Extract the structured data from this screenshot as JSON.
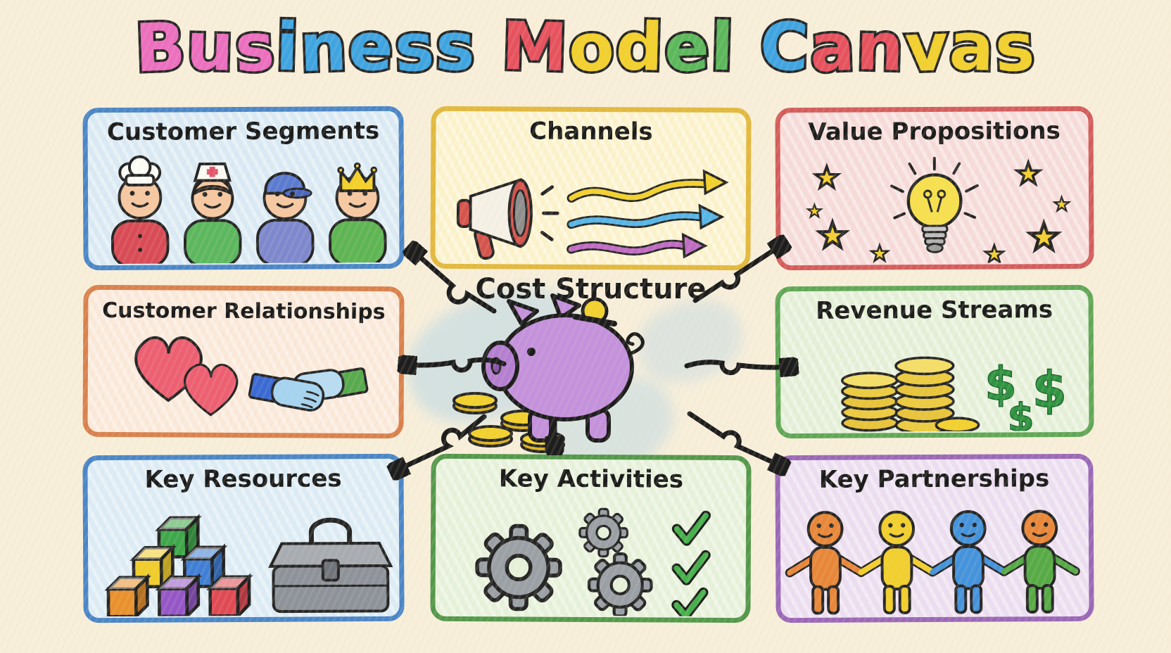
{
  "page": {
    "background": "#f8efdb",
    "ink": "#1d1d1d"
  },
  "title": {
    "text": "Business Model Canvas",
    "letters": [
      {
        "ch": "B",
        "color": "#ec6fc0"
      },
      {
        "ch": "u",
        "color": "#ec6fc0"
      },
      {
        "ch": "s",
        "color": "#ec6fc0"
      },
      {
        "ch": "i",
        "color": "#3fa5e2"
      },
      {
        "ch": "n",
        "color": "#3fa5e2"
      },
      {
        "ch": "e",
        "color": "#3fa5e2"
      },
      {
        "ch": "s",
        "color": "#3fa5e2"
      },
      {
        "ch": "s",
        "color": "#3fa5e2"
      },
      {
        "ch": " "
      },
      {
        "ch": "M",
        "color": "#e7525f"
      },
      {
        "ch": "o",
        "color": "#f2d02e"
      },
      {
        "ch": "d",
        "color": "#f2d02e"
      },
      {
        "ch": "e",
        "color": "#5cb85c"
      },
      {
        "ch": "l",
        "color": "#5cb85c"
      },
      {
        "ch": " "
      },
      {
        "ch": "C",
        "color": "#3fa5e2"
      },
      {
        "ch": "a",
        "color": "#e7525f"
      },
      {
        "ch": "n",
        "color": "#e7525f"
      },
      {
        "ch": "v",
        "color": "#f2d02e"
      },
      {
        "ch": "a",
        "color": "#f2d02e"
      },
      {
        "ch": "s",
        "color": "#f2d02e"
      }
    ]
  },
  "boxes": [
    {
      "id": "customer-segments",
      "label": "Customer Segments",
      "border": "#4a86c8",
      "fill": "#d9eaf6",
      "icon": "people-chef-nurse-cap-king"
    },
    {
      "id": "channels",
      "label": "Channels",
      "border": "#e2b93e",
      "fill": "#fcf3cc",
      "icon": "megaphone-with-wavy-arrows"
    },
    {
      "id": "value-propositions",
      "label": "Value Propositions",
      "border": "#d45c5c",
      "fill": "#f6dbda",
      "icon": "lightbulb-with-stars"
    },
    {
      "id": "customer-relationships",
      "label": "Customer Relationships",
      "border": "#d9814e",
      "fill": "#fbe9da",
      "icon": "hearts-and-handshake"
    },
    {
      "id": "revenue-streams",
      "label": "Revenue Streams",
      "border": "#5fa757",
      "fill": "#e4f0d8",
      "icon": "coin-stacks-and-dollar-signs"
    },
    {
      "id": "key-resources",
      "label": "Key Resources",
      "border": "#4a86c8",
      "fill": "#dcecf7",
      "icon": "building-blocks-and-toolbox"
    },
    {
      "id": "key-activities",
      "label": "Key Activities",
      "border": "#53984b",
      "fill": "#e6f2db",
      "icon": "gears-and-checkmarks"
    },
    {
      "id": "key-partnerships",
      "label": "Key Partnerships",
      "border": "#9a68b8",
      "fill": "#ecdef2",
      "icon": "people-holding-hands"
    }
  ],
  "center": {
    "label": "Cost Structure",
    "icon": "piggy-bank-with-coins"
  },
  "symbols": {
    "dollar": "$"
  },
  "arrows": [
    {
      "from": "cost-structure",
      "to": "customer-segments",
      "style": "curly"
    },
    {
      "from": "cost-structure",
      "to": "value-propositions",
      "style": "curly"
    },
    {
      "from": "cost-structure",
      "to": "customer-relationships",
      "style": "curly"
    },
    {
      "from": "cost-structure",
      "to": "revenue-streams",
      "style": "curly"
    },
    {
      "from": "cost-structure",
      "to": "key-resources",
      "style": "curly"
    },
    {
      "from": "cost-structure",
      "to": "key-partnerships",
      "style": "curly"
    },
    {
      "from": "cost-structure",
      "to": "key-activities",
      "style": "straight-down"
    }
  ]
}
